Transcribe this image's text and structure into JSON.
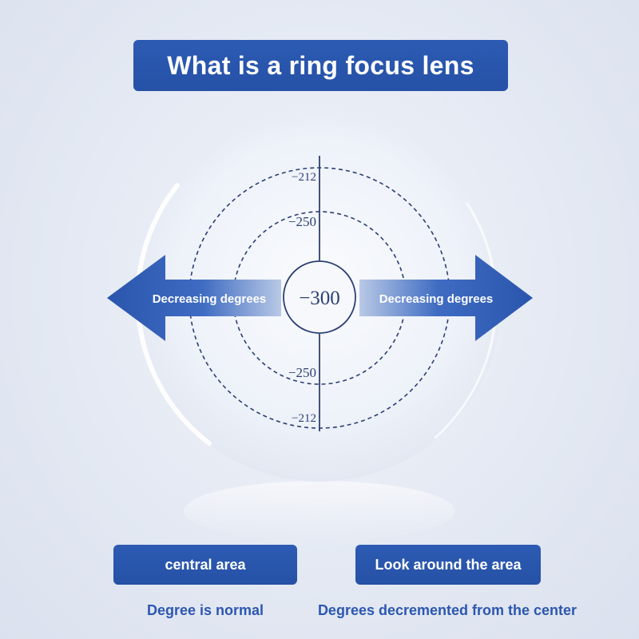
{
  "title": "What is a ring focus lens",
  "lens": {
    "center_value": "−300",
    "ring_inner_top": "−250",
    "ring_inner_bottom": "−250",
    "ring_outer_top": "−212",
    "ring_outer_bottom": "−212",
    "left_arrow_label": "Decreasing degrees",
    "right_arrow_label": "Decreasing degrees"
  },
  "areas": {
    "central_label": "central area",
    "central_caption": "Degree is normal",
    "around_label": "Look around the area",
    "around_caption": "Degrees decremented from the center"
  },
  "colors": {
    "primary_blue": "#2a56ad",
    "dark_line": "#2c3f74",
    "lens_white": "#f7f9fd"
  }
}
